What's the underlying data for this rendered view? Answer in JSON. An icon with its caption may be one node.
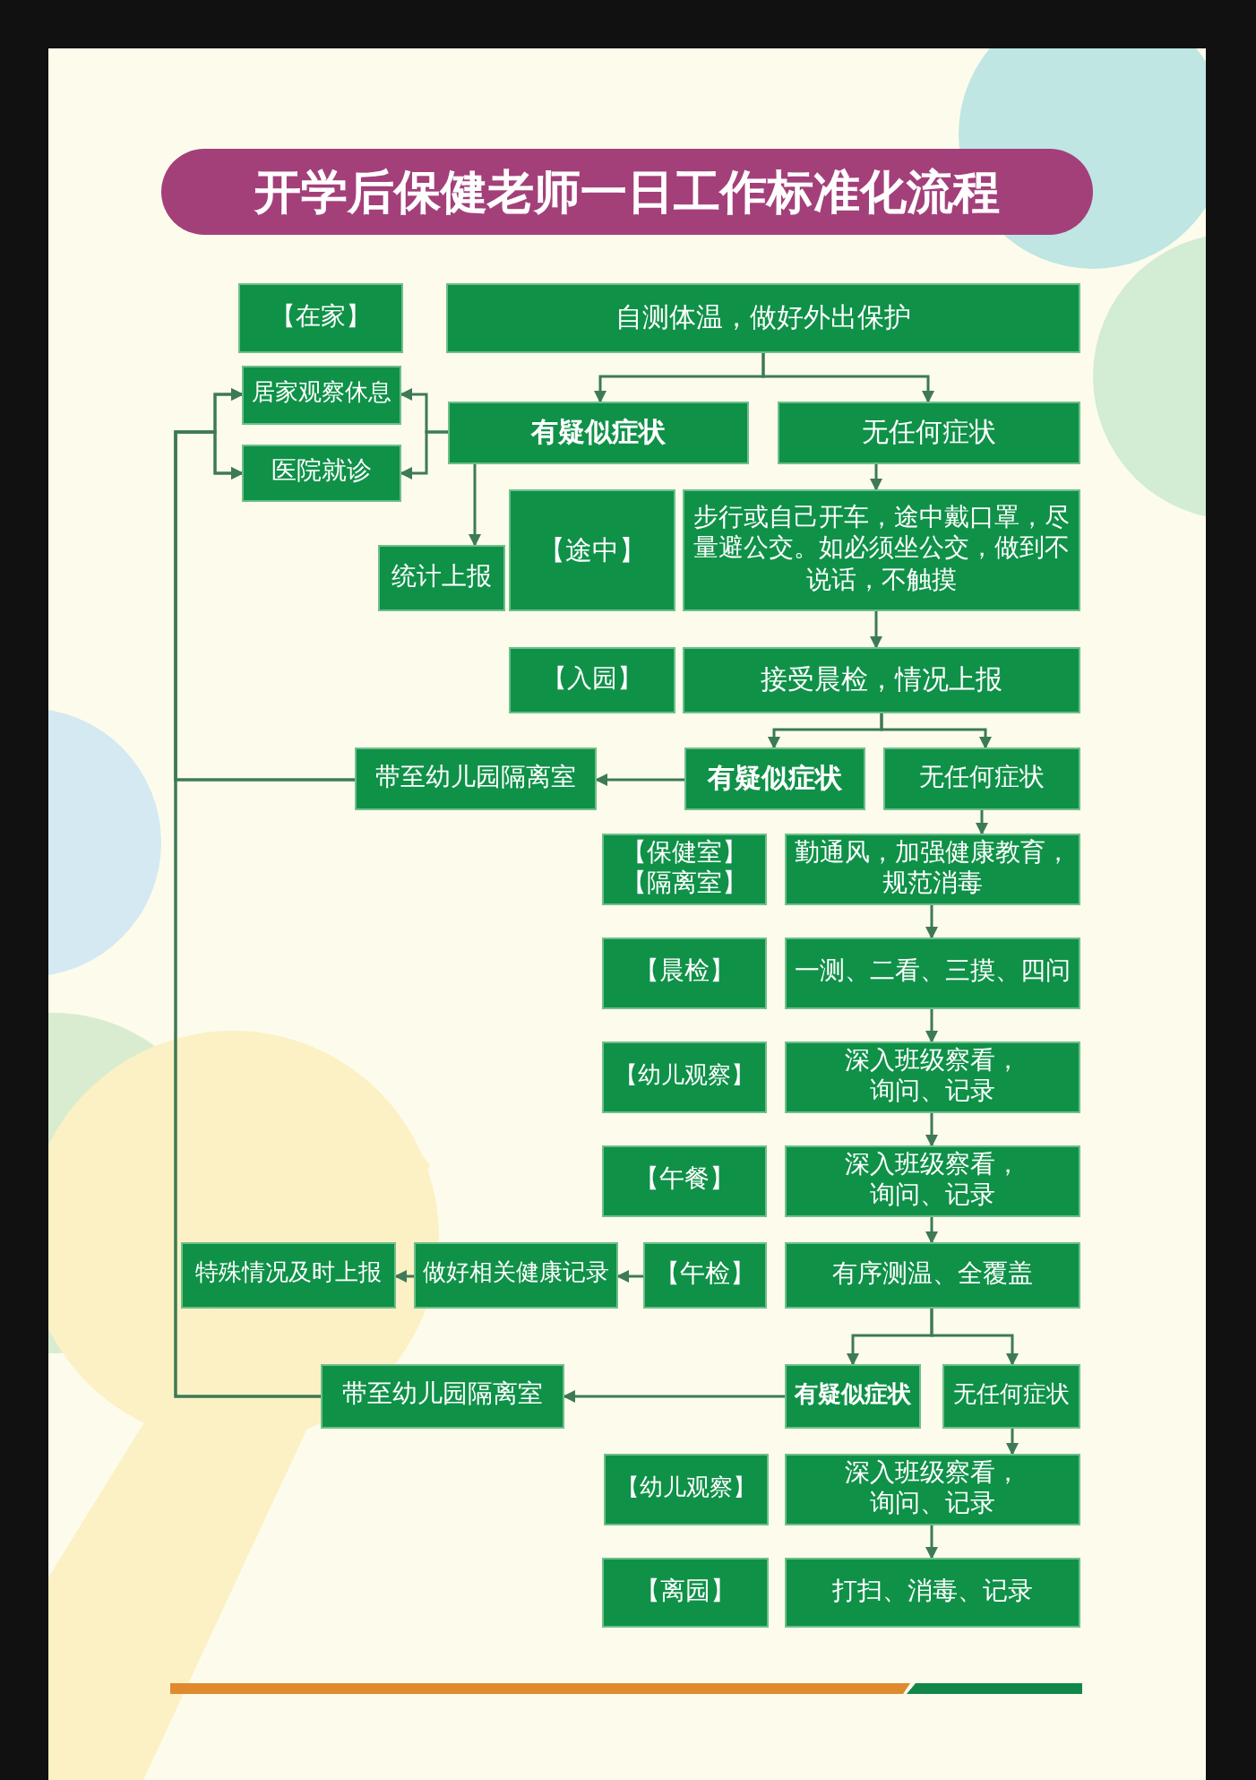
{
  "diagram": {
    "title": "开学后保健老师一日工作标准化流程",
    "nodes": [
      {
        "text": [
          "【在家】"
        ]
      },
      {
        "text": [
          "自测体温，做好外出保护"
        ]
      },
      {
        "text": [
          "居家观察休息"
        ]
      },
      {
        "text": [
          "医院就诊"
        ]
      },
      {
        "text": [
          "有疑似症状"
        ]
      },
      {
        "text": [
          "无任何症状"
        ]
      },
      {
        "text": [
          "统计上报"
        ]
      },
      {
        "text": [
          "【途中】"
        ]
      },
      {
        "text": [
          "步行或自己开车，途中戴口罩，尽量避公交。如必须坐公交，做到不说话，不触摸"
        ]
      },
      {
        "text": [
          "【入园】"
        ]
      },
      {
        "text": [
          "接受晨检，情况上报"
        ]
      },
      {
        "text": [
          "带至幼儿园隔离室"
        ]
      },
      {
        "text": [
          "有疑似症状"
        ]
      },
      {
        "text": [
          "无任何症状"
        ]
      },
      {
        "text": [
          "【保健室】【隔离室】"
        ]
      },
      {
        "text": [
          "勤通风，加强健康教育，规范消毒"
        ]
      },
      {
        "text": [
          "【晨检】"
        ]
      },
      {
        "text": [
          "一测、二看、三摸、四问"
        ]
      },
      {
        "text": [
          "【幼儿观察】"
        ]
      },
      {
        "text": [
          "深入班级察看，询问、记录"
        ]
      },
      {
        "text": [
          "【午餐】"
        ]
      },
      {
        "text": [
          "深入班级察看，询问、记录"
        ]
      },
      {
        "text": [
          "特殊情况及时上报"
        ]
      },
      {
        "text": [
          "做好相关健康记录"
        ]
      },
      {
        "text": [
          "【午检】"
        ]
      },
      {
        "text": [
          "有序测温、全覆盖"
        ]
      },
      {
        "text": [
          "带至幼儿园隔离室"
        ]
      },
      {
        "text": [
          "有疑似症状"
        ]
      },
      {
        "text": [
          "无任何症状"
        ]
      },
      {
        "text": [
          "【幼儿观察】"
        ]
      },
      {
        "text": [
          "深入班级察看，询问、记录"
        ]
      },
      {
        "text": [
          "【离园】"
        ]
      },
      {
        "text": [
          "打扫、消毒、记录"
        ]
      }
    ],
    "edges": [
      {
        "from": 1,
        "to": 4,
        "arrow": "to"
      },
      {
        "from": 1,
        "to": 5,
        "arrow": "to"
      },
      {
        "from": 4,
        "to": 2,
        "arrow": "to"
      },
      {
        "from": 4,
        "to": 3,
        "arrow": "to"
      },
      {
        "from": 4,
        "to": 6,
        "arrow": "to"
      },
      {
        "from": 5,
        "to": 8,
        "arrow": "to"
      },
      {
        "from": 8,
        "to": 10,
        "arrow": "to"
      },
      {
        "from": 10,
        "to": 12,
        "arrow": "to"
      },
      {
        "from": 10,
        "to": 13,
        "arrow": "to"
      },
      {
        "from": 12,
        "to": 11,
        "arrow": "to"
      },
      {
        "from": 11,
        "to": 2,
        "arrow": "to"
      },
      {
        "from": 11,
        "to": 3,
        "arrow": "to"
      },
      {
        "from": 13,
        "to": 15,
        "arrow": "to"
      },
      {
        "from": 15,
        "to": 17,
        "arrow": "to"
      },
      {
        "from": 17,
        "to": 19,
        "arrow": "to"
      },
      {
        "from": 19,
        "to": 21,
        "arrow": "to"
      },
      {
        "from": 21,
        "to": 25,
        "arrow": "to"
      },
      {
        "from": 24,
        "to": 23,
        "arrow": "to"
      },
      {
        "from": 23,
        "to": 22,
        "arrow": "to"
      },
      {
        "from": 25,
        "to": 27,
        "arrow": "to"
      },
      {
        "from": 25,
        "to": 28,
        "arrow": "to"
      },
      {
        "from": 27,
        "to": 26,
        "arrow": "to"
      },
      {
        "from": 26,
        "to": 2,
        "arrow": "to"
      },
      {
        "from": 26,
        "to": 3,
        "arrow": "to"
      },
      {
        "from": 28,
        "to": 30,
        "arrow": "to"
      },
      {
        "from": 30,
        "to": 32,
        "arrow": "to"
      }
    ]
  }
}
